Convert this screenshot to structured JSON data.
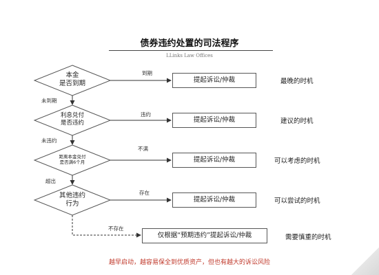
{
  "title": "债券违约处置的司法程序",
  "subtitle": "LLinks Law Offices",
  "decisions": [
    {
      "line1": "本金",
      "line2": "是否到期"
    },
    {
      "line1": "利息兑付",
      "line2": "是否违约"
    },
    {
      "line1": "距离本金兑付",
      "line2": "是否满6个月"
    },
    {
      "line1": "其他违约",
      "line2": "行为"
    }
  ],
  "edge_labels": {
    "yes1": "到期",
    "no1": "未到期",
    "yes2": "违约",
    "no2": "未违约",
    "yes3": "不满",
    "no3": "超出",
    "yes4": "存在",
    "no4": "不存在"
  },
  "actions": [
    "提起诉讼/仲裁",
    "提起诉讼/仲裁",
    "提起诉讼/仲裁",
    "提起诉讼/仲裁",
    "仅根据“预期违约”提起诉讼/仲裁"
  ],
  "timings": [
    "最晚的时机",
    "建议的时机",
    "可以考虑的时机",
    "可以尝试的时机",
    "需要慎重的时机"
  ],
  "footer": "越早启动，越容易保全到优质资产，但也有越大的诉讼风险"
}
